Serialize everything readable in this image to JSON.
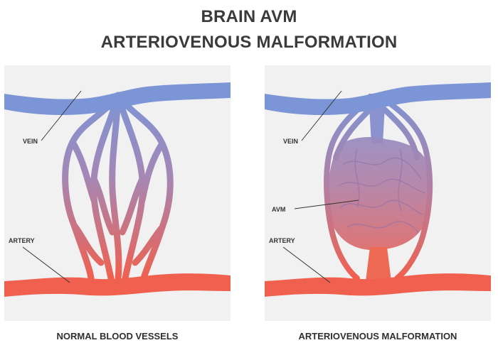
{
  "title": {
    "line1": "BRAIN AVM",
    "line2": "ARTERIOVENOUS MALFORMATION"
  },
  "panels": [
    {
      "caption": "NORMAL BLOOD VESSELS",
      "labels": {
        "vein": "VEIN",
        "artery": "ARTERY"
      }
    },
    {
      "caption": "ARTERIOVENOUS MALFORMATION",
      "labels": {
        "vein": "VEIN",
        "avm": "AVM",
        "artery": "ARTERY"
      }
    }
  ],
  "colors": {
    "vein": "#7b95d6",
    "artery": "#f0604f",
    "panel_bg": "#f1f1f1"
  }
}
